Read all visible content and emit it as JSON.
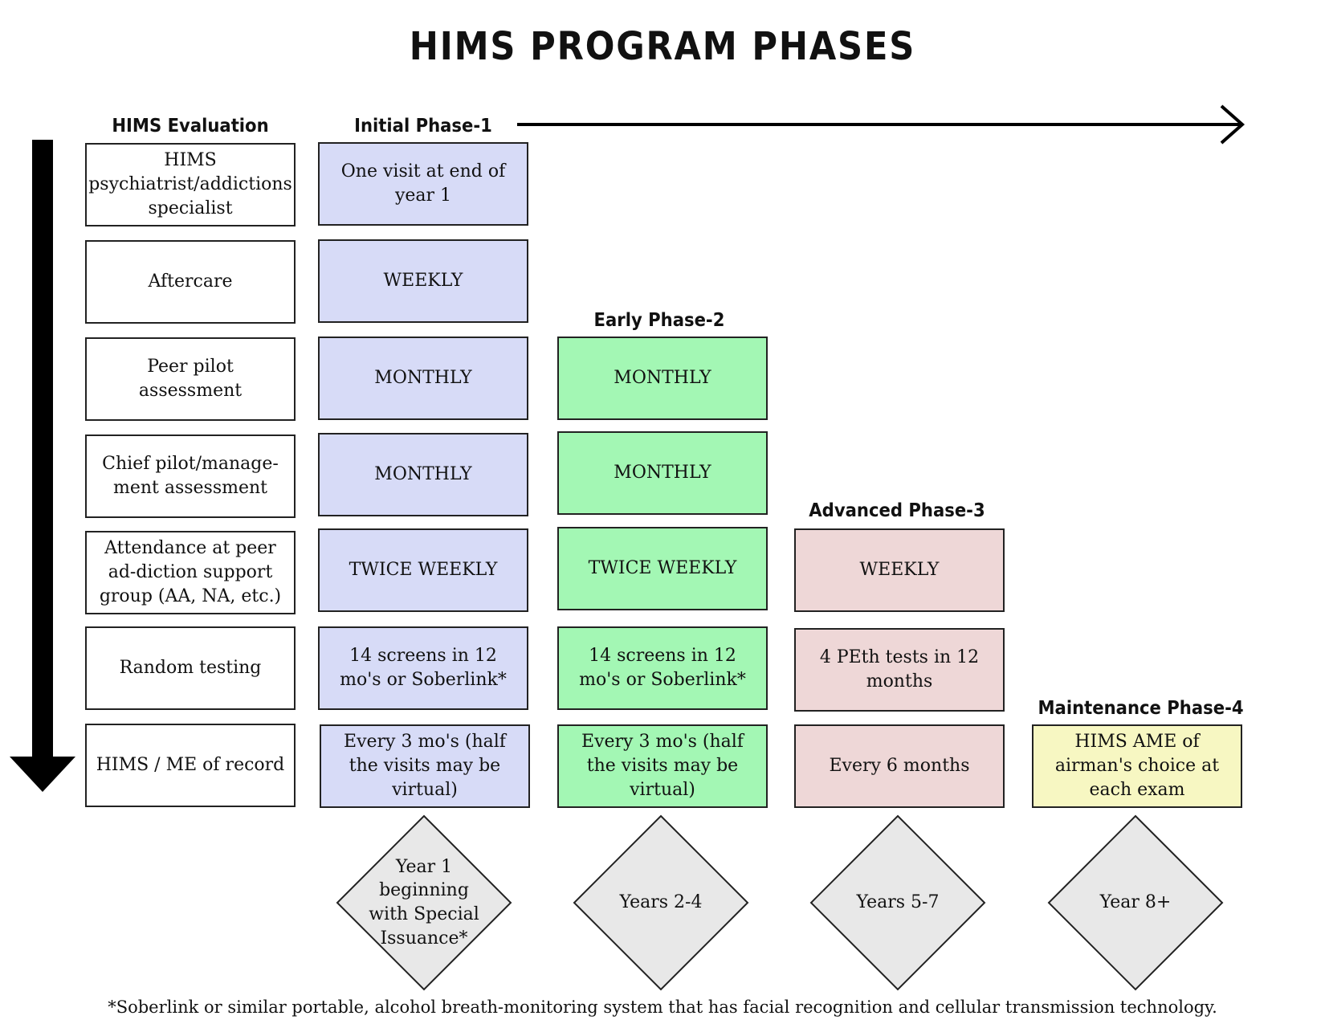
{
  "title": "HIMS PROGRAM PHASES",
  "headers": {
    "evaluation": "HIMS Evaluation",
    "phase1": "Initial Phase-1",
    "phase2": "Early Phase-2",
    "phase3": "Advanced Phase-3",
    "phase4": "Maintenance Phase-4"
  },
  "evaluation_rows": [
    "HIMS psychiatrist/addictions specialist",
    "Aftercare",
    "Peer pilot assessment",
    "Chief pilot/manage-ment assessment",
    "Attendance at peer ad-diction support group (AA, NA, etc.)",
    "Random testing",
    "HIMS / ME of record"
  ],
  "phase1": [
    "One visit at end of year 1",
    "WEEKLY",
    "MONTHLY",
    "MONTHLY",
    "TWICE WEEKLY",
    "14 screens in 12 mo's or Soberlink*",
    "Every 3 mo's (half the visits may be virtual)"
  ],
  "phase2": [
    "MONTHLY",
    "MONTHLY",
    "TWICE WEEKLY",
    "14 screens in 12 mo's or Soberlink*",
    "Every 3 mo's (half the visits may be virtual)"
  ],
  "phase3": [
    "WEEKLY",
    "4 PEth tests in 12 months",
    "Every 6 months"
  ],
  "phase4": [
    "HIMS AME of airman's choice at each exam"
  ],
  "durations": [
    "Year 1 beginning with Special Issuance*",
    "Years 2-4",
    "Years 5-7",
    "Year 8+"
  ],
  "footnote": "*Soberlink or similar portable, alcohol breath-monitoring system that has facial recognition and cellular transmission technology.",
  "colors": {
    "phase1": "#d7dbf7",
    "phase2": "#a3f7b4",
    "phase3": "#eed7d7",
    "phase4": "#f7f7c2",
    "diamond": "#e8e8e8"
  }
}
